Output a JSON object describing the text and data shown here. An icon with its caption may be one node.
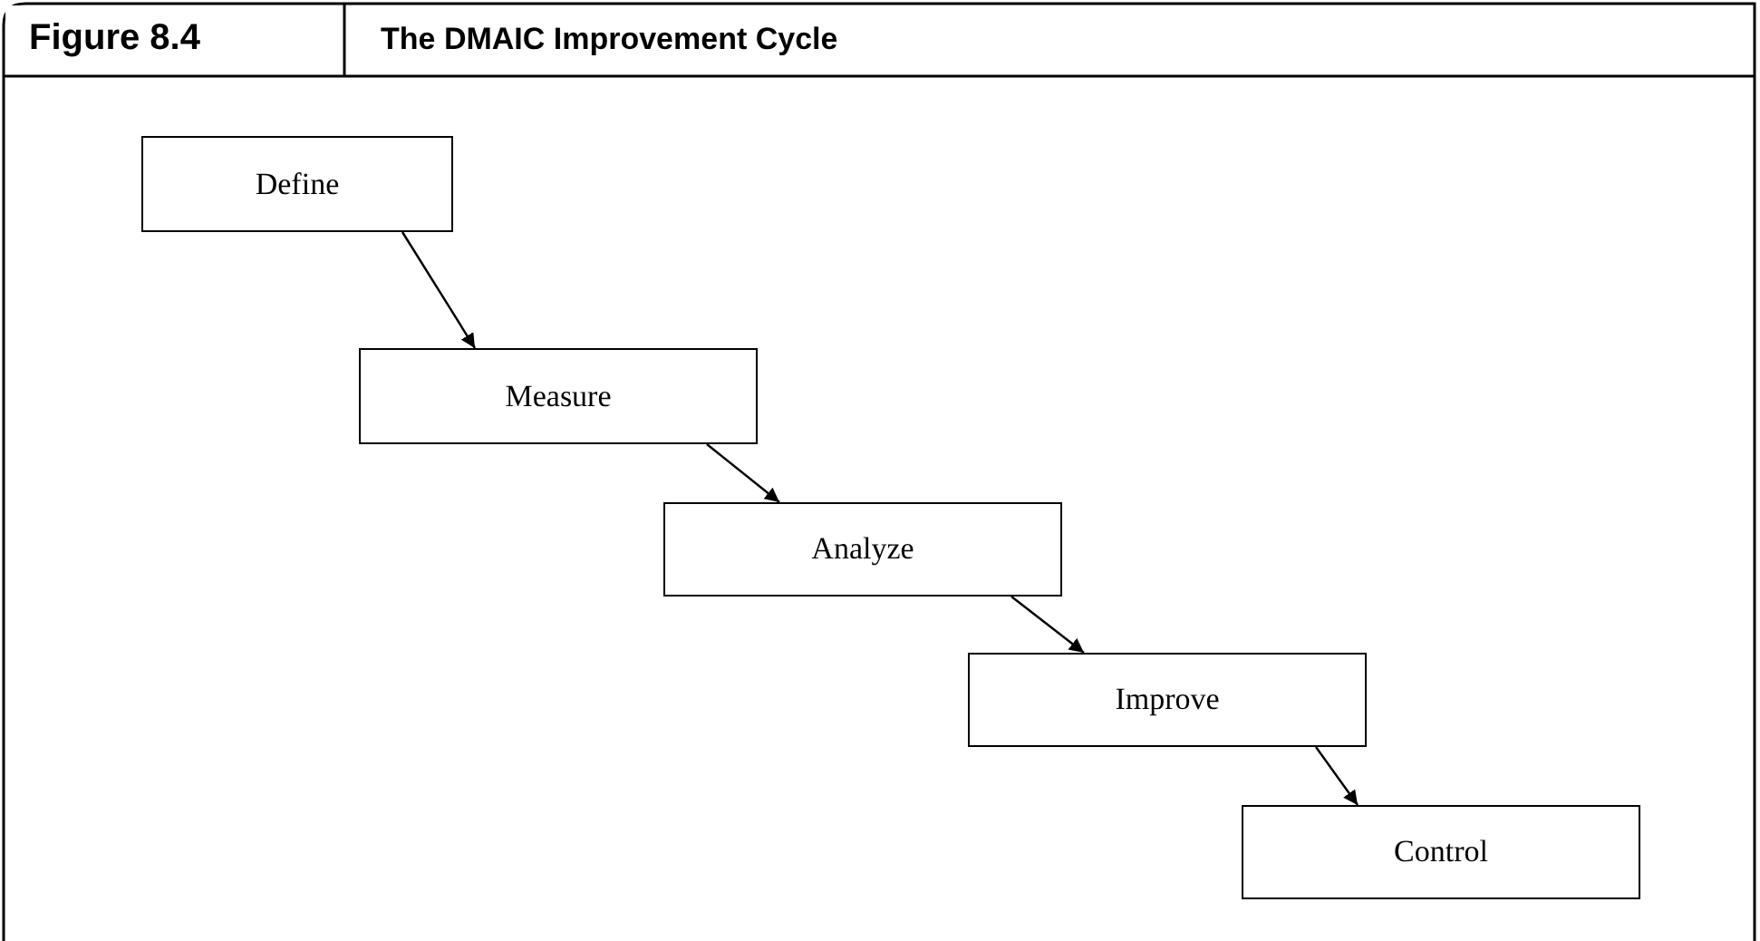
{
  "diagram": {
    "title": "The DMAIC Improvement Cycle",
    "nodes": [
      {
        "text": [
          "Define"
        ]
      },
      {
        "text": [
          "Measure"
        ]
      },
      {
        "text": [
          "Analyze"
        ]
      },
      {
        "text": [
          "Improve"
        ]
      },
      {
        "text": [
          "Control"
        ]
      }
    ],
    "edges": [
      {
        "from": 0,
        "to": 1,
        "arrow": "to"
      },
      {
        "from": 1,
        "to": 2,
        "arrow": "to"
      },
      {
        "from": 2,
        "to": 3,
        "arrow": "to"
      },
      {
        "from": 3,
        "to": 4,
        "arrow": "to"
      }
    ],
    "labels": [
      "Figure 8.4"
    ]
  }
}
